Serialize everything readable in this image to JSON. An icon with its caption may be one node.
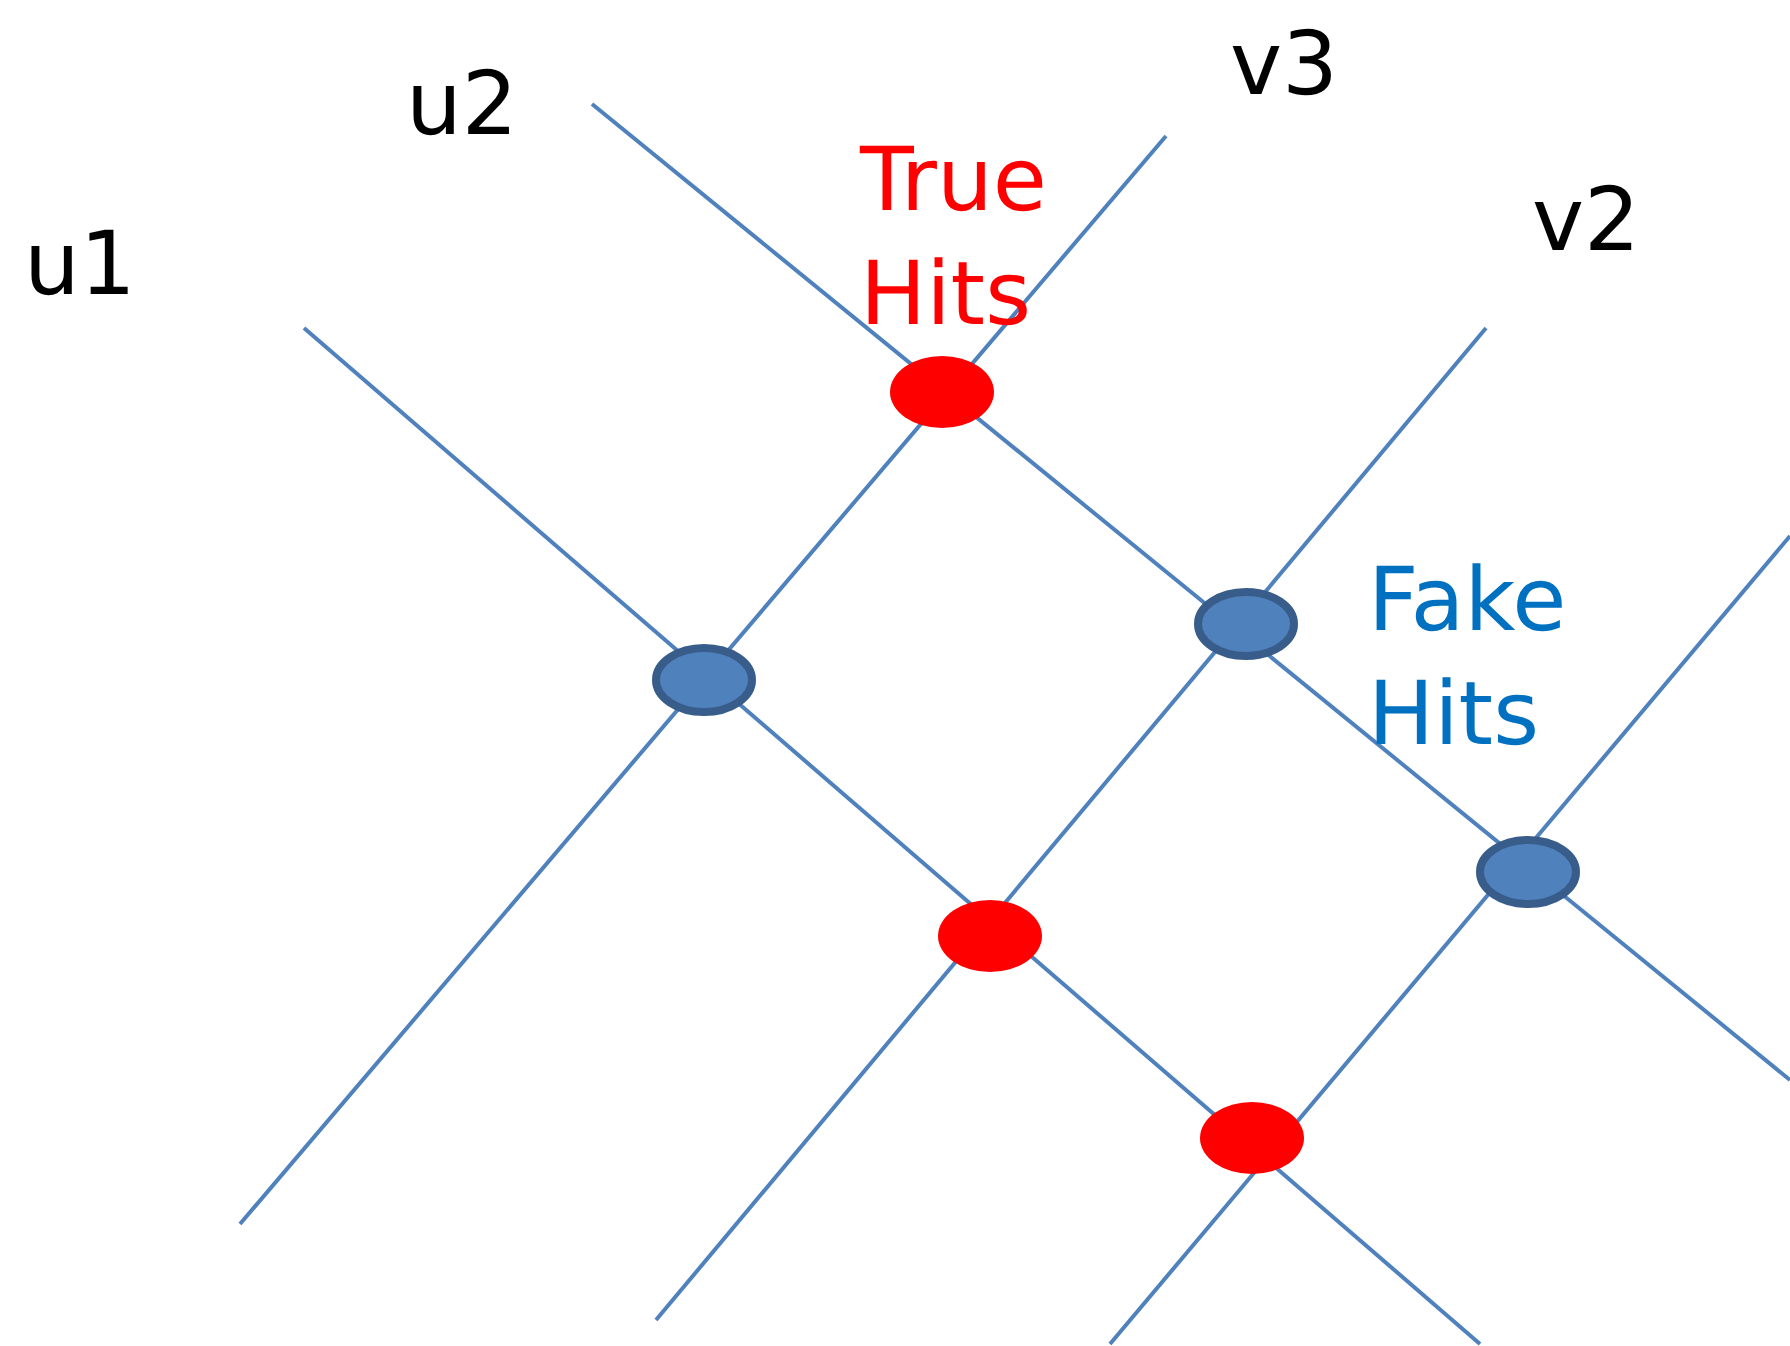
{
  "diagram": {
    "labels": [
      "u1",
      "u2",
      "v3",
      "v2",
      "True Hits",
      "Fake Hits"
    ]
  }
}
